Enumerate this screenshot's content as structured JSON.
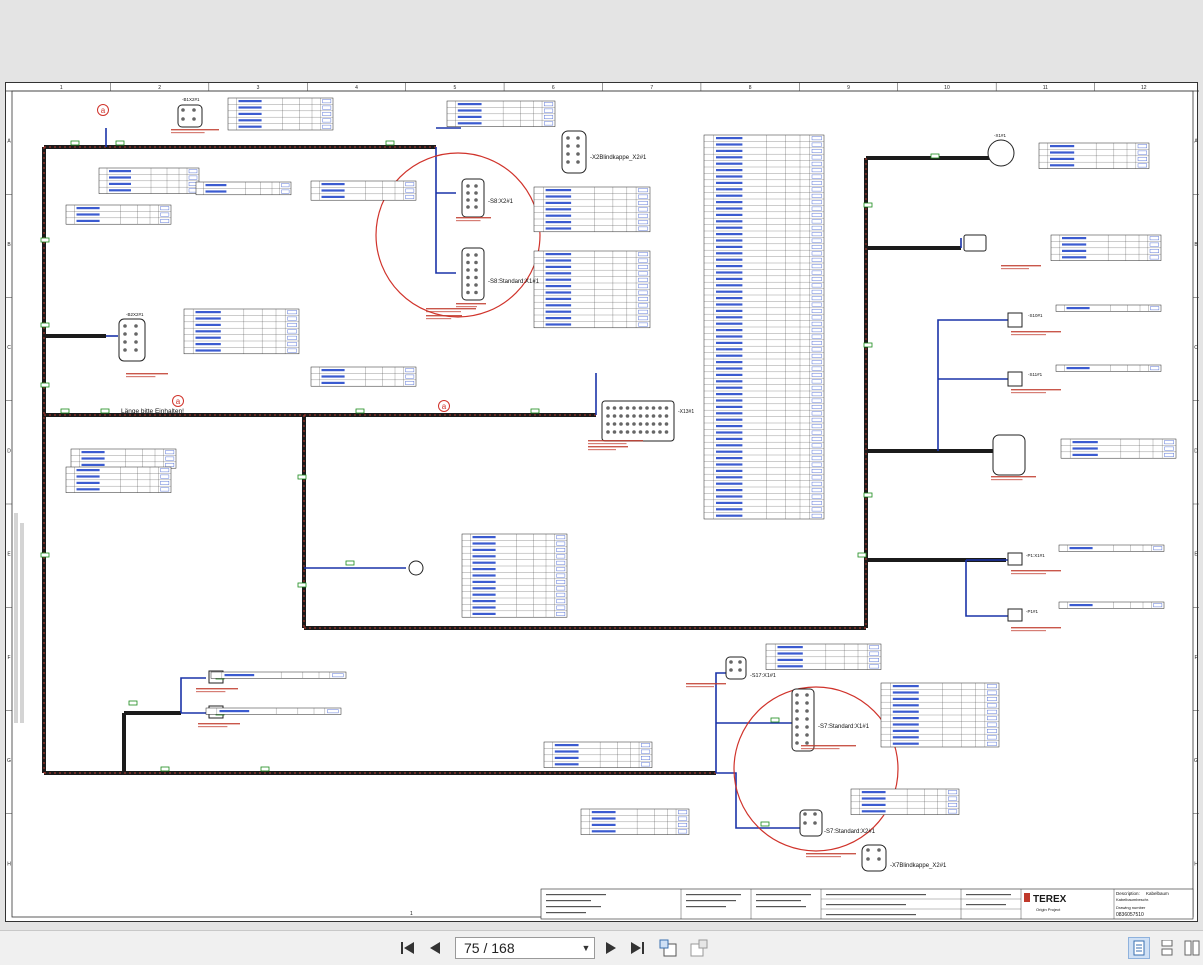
{
  "viewer": {
    "page_input": "75 / 168",
    "controls": {
      "first": "first-page-icon",
      "prev": "previous-page-icon",
      "next": "next-page-icon",
      "last": "last-page-icon",
      "rotate_left": "rotate-ccw-icon",
      "rotate_right": "rotate-cw-icon",
      "single": "single-page-view-icon",
      "continuous": "continuous-view-icon",
      "facing": "facing-pages-view-icon"
    }
  },
  "sheet": {
    "sheet_ref": "1",
    "col_numbers": [
      "1",
      "2",
      "3",
      "4",
      "5",
      "6",
      "7",
      "8",
      "9",
      "10",
      "11",
      "12"
    ],
    "row_letters": [
      "A",
      "B",
      "C",
      "D",
      "E",
      "F",
      "G",
      "H"
    ],
    "headline_note": "Länge bitte Einhalten!",
    "marker": "a",
    "connectors": {
      "b1": "-B1X2#1",
      "b2": "-B2X2#1",
      "x2_blind": "-X2Blindkappe_X2#1",
      "s8_x2": "-S8:X2#1",
      "s8_std": "-S8:Standard:X1#1",
      "x13": "-X13#1",
      "s17_x1": "-S17:X1#1",
      "s7_std": "-S7:Standard:X1#1",
      "s7_std2": "-S7:Standard:X2#1",
      "x7_blind": "-X7Blindkappe_X2#1",
      "p1": "-P1:X1#1",
      "p2": "-P1#1",
      "s10": "-S10#1",
      "s11": "-S11#1",
      "k1": "-X1#1"
    },
    "title_block": {
      "company": "TEREX",
      "description_label": "Description:",
      "description": "Kabelbaum",
      "subtitle": "Kabelbaumbeschr.",
      "drawing_no_label": "Drawing number",
      "drawing_no": "0836057510",
      "origin_label": "Origin Project"
    }
  }
}
